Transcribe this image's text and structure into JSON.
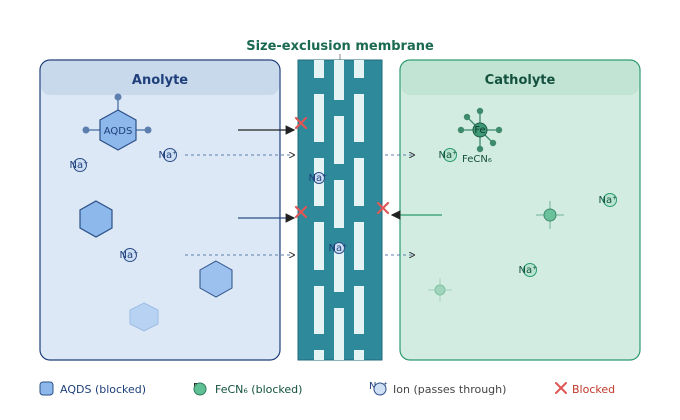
{
  "title": "Size-exclusion membrane",
  "anolyte": {
    "heading": "Anolyte",
    "molecule_label": "AQDS",
    "ion_label": "Na⁺"
  },
  "catholyte": {
    "heading": "Catholyte",
    "center_label": "Fe",
    "complex_label": "FeCN₆",
    "ion_label": "Na⁺"
  },
  "membrane": {
    "ion_label": "Na⁺"
  },
  "legend": {
    "aqds_label": "AQDS (blocked)",
    "fe_symbol": "Fe",
    "fecn_label": "FeCN₆ (blocked)",
    "ion_symbol": "Na⁺",
    "ion_label": "Ion (passes through)",
    "blocked_label": "Blocked"
  },
  "colors": {
    "anolyte_fill": "#dce8f6",
    "anolyte_border": "#1e3f7a",
    "anolyte_header": "#c8d9ec",
    "aqds_fill": "#8db8ec",
    "aqds_stroke": "#2c4f86",
    "catholyte_fill": "#d3ece1",
    "catholyte_border": "#2a9a6e",
    "catholyte_header": "#c1e4d4",
    "fe_fill": "#5fbf95",
    "fe_dark": "#2f7a5f",
    "membrane": "#2e8a9a",
    "blocked": "#e05555",
    "title": "#1a6a52"
  },
  "icons": [
    "hexagon-molecule-icon",
    "iron-complex-icon",
    "sodium-ion-icon",
    "blocked-x-icon",
    "arrow-icon"
  ]
}
